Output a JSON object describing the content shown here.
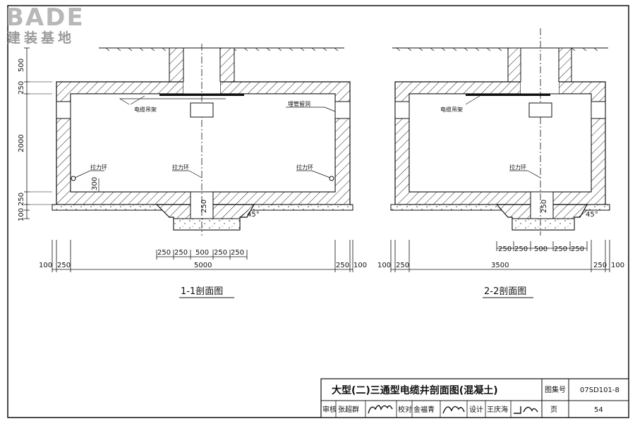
{
  "logo": {
    "brand": "BADE",
    "tagline": "建装基地"
  },
  "dims": {
    "vertical": [
      "500",
      "250",
      "2000",
      "250",
      "100"
    ],
    "hole_height": "300",
    "floor_thickness": "250",
    "angle": "45°",
    "sump_widths": [
      "250",
      "250",
      "500",
      "250",
      "250"
    ],
    "overall_left": [
      "100",
      "250"
    ],
    "overall_right": [
      "250",
      "100"
    ],
    "overall_1": "5000",
    "overall_2": "3500"
  },
  "labels": {
    "cable_rack": "电缆吊架",
    "pipe_opening": "埋管留洞",
    "pull_ring": "拉力环"
  },
  "captions": {
    "section_1": "1-1剖面图",
    "section_2": "2-2剖面图"
  },
  "title_block": {
    "title": "大型(二)三通型电缆井剖面图(混凝土)",
    "atlas_label": "图集号",
    "atlas_no": "07SD101-8",
    "review_label": "审核",
    "review_name": "张超群",
    "check_label": "校对",
    "check_name": "金福青",
    "design_label": "设计",
    "design_name": "王庆海",
    "page_label": "页",
    "page_no": "54"
  }
}
